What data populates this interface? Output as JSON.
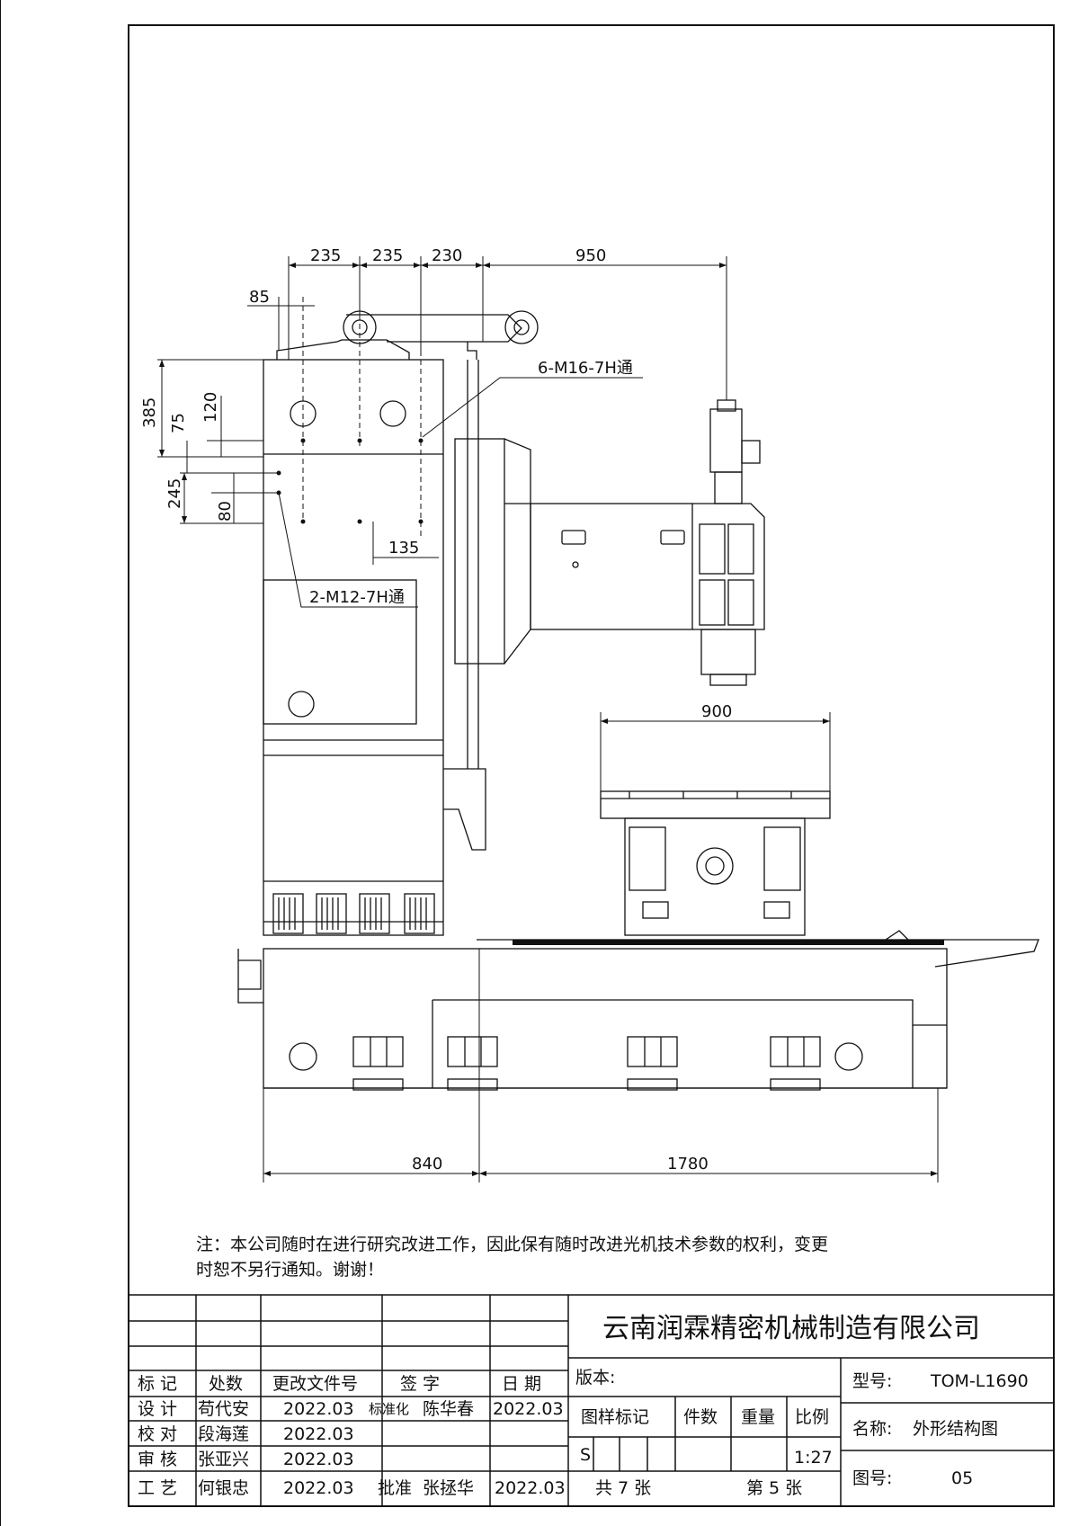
{
  "dimensions": {
    "top": [
      "235",
      "235",
      "230",
      "950"
    ],
    "d85": "85",
    "left_vertical": [
      "385",
      "75",
      "120",
      "245",
      "80"
    ],
    "d135": "135",
    "table_width": "900",
    "bottom": [
      "840",
      "1780"
    ]
  },
  "callouts": {
    "thread_top": "6-M16-7H通",
    "thread_side": "2-M12-7H通"
  },
  "note": {
    "line1": "注：本公司随时在进行研究改进工作，因此保有随时改进光机技术参数的权利，变更",
    "line2": "时恕不另行通知。谢谢！"
  },
  "title_block": {
    "company": "云南润霖精密机械制造有限公司",
    "header": {
      "mark": "标 记",
      "count": "处数",
      "change_doc": "更改文件号",
      "signature": "签 字",
      "date": "日 期"
    },
    "rows": [
      {
        "role": "设 计",
        "name": "苟代安",
        "date": "2022.03",
        "extra_role": "标准化",
        "extra_name": "陈华春",
        "extra_date": "2022.03"
      },
      {
        "role": "校 对",
        "name": "段海莲",
        "date": "2022.03"
      },
      {
        "role": "审 核",
        "name": "张亚兴",
        "date": "2022.03"
      },
      {
        "role": "工 艺",
        "name": "何银忠",
        "date": "2022.03",
        "extra_role": "批准",
        "extra_name": "张拯华",
        "extra_date": "2022.03"
      }
    ],
    "version_label": "版本:",
    "model_label": "型号:",
    "model_value": "TOM-L1690",
    "sample_mark": "图样标记",
    "pieces": "件数",
    "weight": "重量",
    "scale_label": "比例",
    "name_label": "名称:",
    "name_value": "外形结构图",
    "s_mark": "S",
    "scale_value": "1:27",
    "total": "共 7 张",
    "sheet": "第 5 张",
    "drawing_no_label": "图号:",
    "drawing_no": "05"
  }
}
